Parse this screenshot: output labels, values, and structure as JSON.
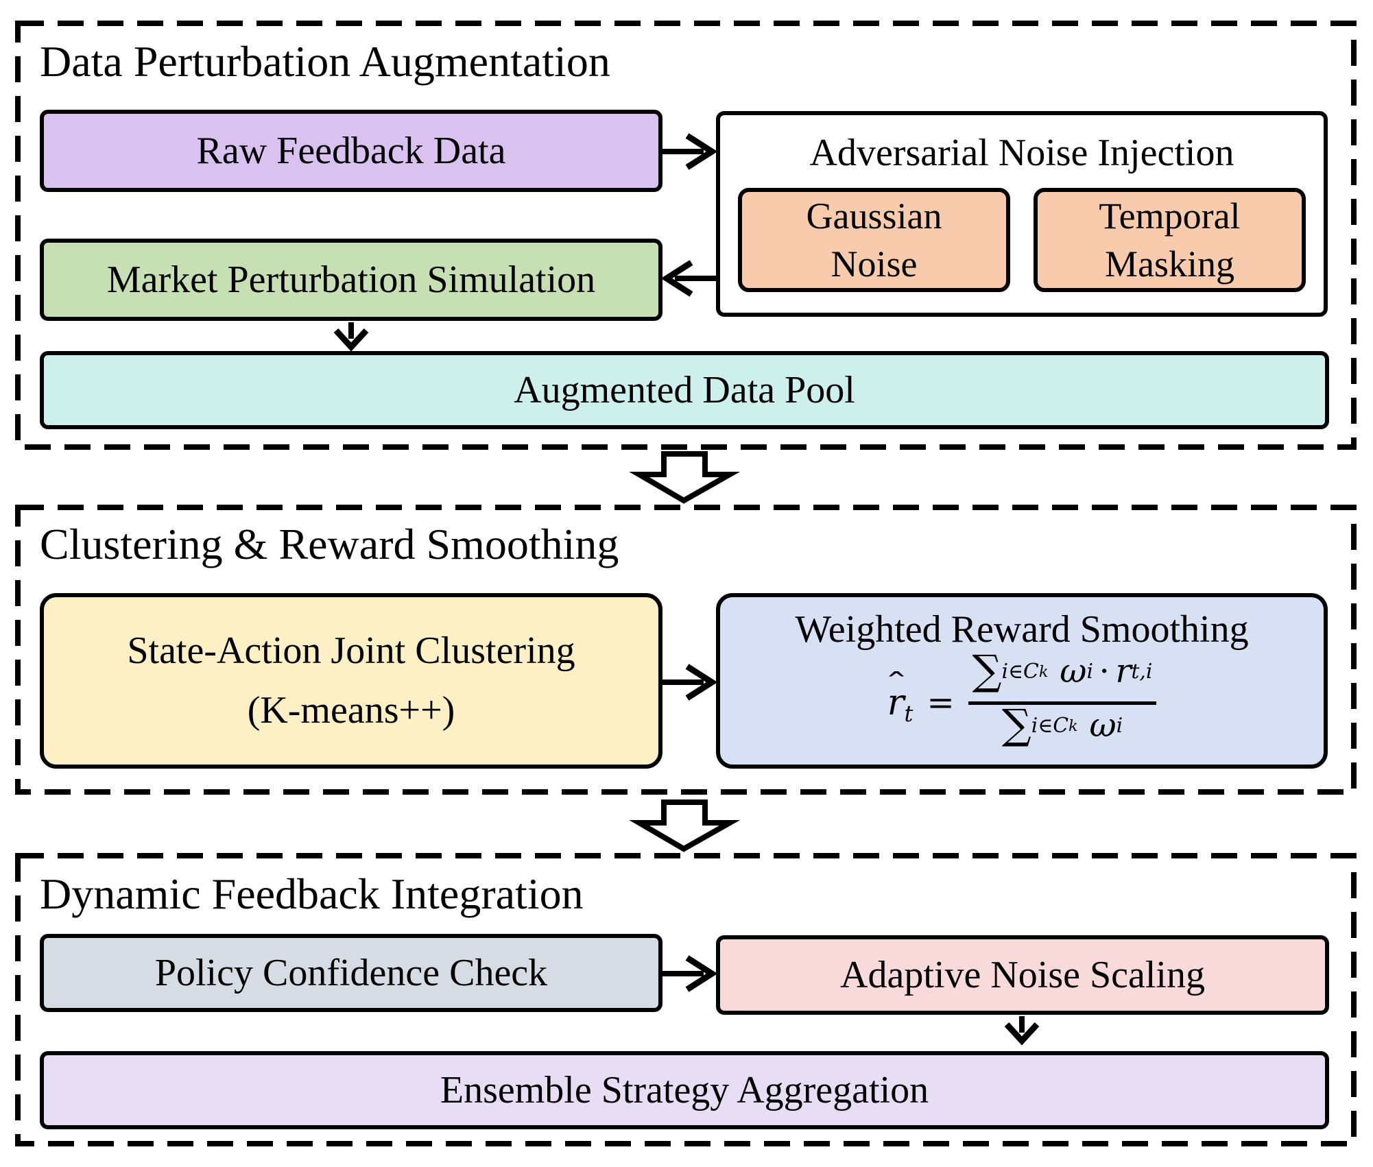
{
  "colors": {
    "raw_feedback": "#d9c2f0",
    "market_sim": "#c6e0b4",
    "injection_bg": "#ffffff",
    "noise_chip": "#f8cbad",
    "augmented_pool": "#cdf0ec",
    "joint_clustering": "#fdf0c5",
    "reward_smoothing": "#d8e1f4",
    "policy_check": "#d6dce4",
    "adaptive_scaling": "#f8dadb",
    "ensemble": "#e7def6",
    "line": "#000000"
  },
  "sections": {
    "augmentation": {
      "title": "Data Perturbation Augmentation",
      "raw_feedback_label": "Raw Feedback Data",
      "noise_injection_title": "Adversarial Noise Injection",
      "gaussian_chip": {
        "line1": "Gaussian",
        "line2": "Noise"
      },
      "temporal_chip": {
        "line1": "Temporal",
        "line2": "Masking"
      },
      "market_label": "Market Perturbation Simulation",
      "augmented_label": "Augmented Data Pool"
    },
    "clustering": {
      "title": "Clustering & Reward Smoothing",
      "joint_clustering": {
        "line1": "State-Action Joint Clustering",
        "line2": "(K-means++)"
      },
      "smoothing_title": "Weighted Reward Smoothing",
      "formula": {
        "hat": "ˆ",
        "lhs_base": "r",
        "lhs_sub": "t",
        "equals": "=",
        "num": {
          "sum": "∑",
          "sub": "i∈C",
          "subsub": "k",
          "omega": "ω",
          "omega_sub": "i",
          "dot": "·",
          "r": "r",
          "r_sub": "t,i"
        },
        "den": {
          "sum": "∑",
          "sub": "i∈C",
          "subsub": "k",
          "omega": "ω",
          "omega_sub": "i"
        }
      }
    },
    "integration": {
      "title": "Dynamic Feedback Integration",
      "policy_label": "Policy Confidence Check",
      "adaptive_label": "Adaptive Noise Scaling",
      "ensemble_label": "Ensemble Strategy Aggregation"
    }
  }
}
